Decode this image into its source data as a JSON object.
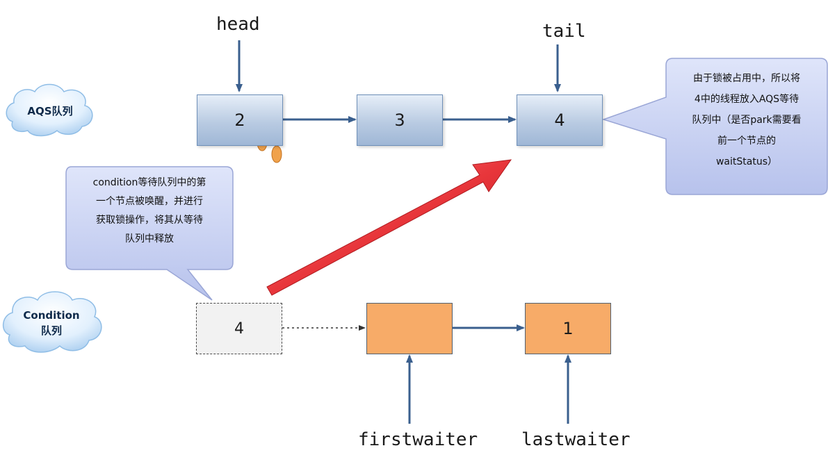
{
  "queues": {
    "aqs_label": "AQS队列",
    "condition_label_line1": "Condition",
    "condition_label_line2": "队列"
  },
  "aqs_nodes": [
    "2",
    "3",
    "4"
  ],
  "condition_nodes": {
    "moved": "4",
    "first": "",
    "last": "1"
  },
  "pointers": {
    "head": "head",
    "tail": "tail",
    "firstwaiter": "firstwaiter",
    "lastwaiter": "lastwaiter"
  },
  "callouts": {
    "left": [
      "condition等待队列中的第",
      "一个节点被唤醒，并进行",
      "获取锁操作，将其从等待",
      "队列中释放"
    ],
    "right": [
      "由于锁被占用中，所以将",
      "4中的线程放入AQS等待",
      "队列中（是否park需要看",
      "前一个节点的",
      "waitStatus）"
    ]
  },
  "colors": {
    "node_blue": "#b9cbe2",
    "node_orange": "#f7ab68",
    "arrow": "#3a5f8e",
    "big_arrow": "#e8363b",
    "callout": "#c9d2f2",
    "cloud": "#cfe6fb"
  }
}
